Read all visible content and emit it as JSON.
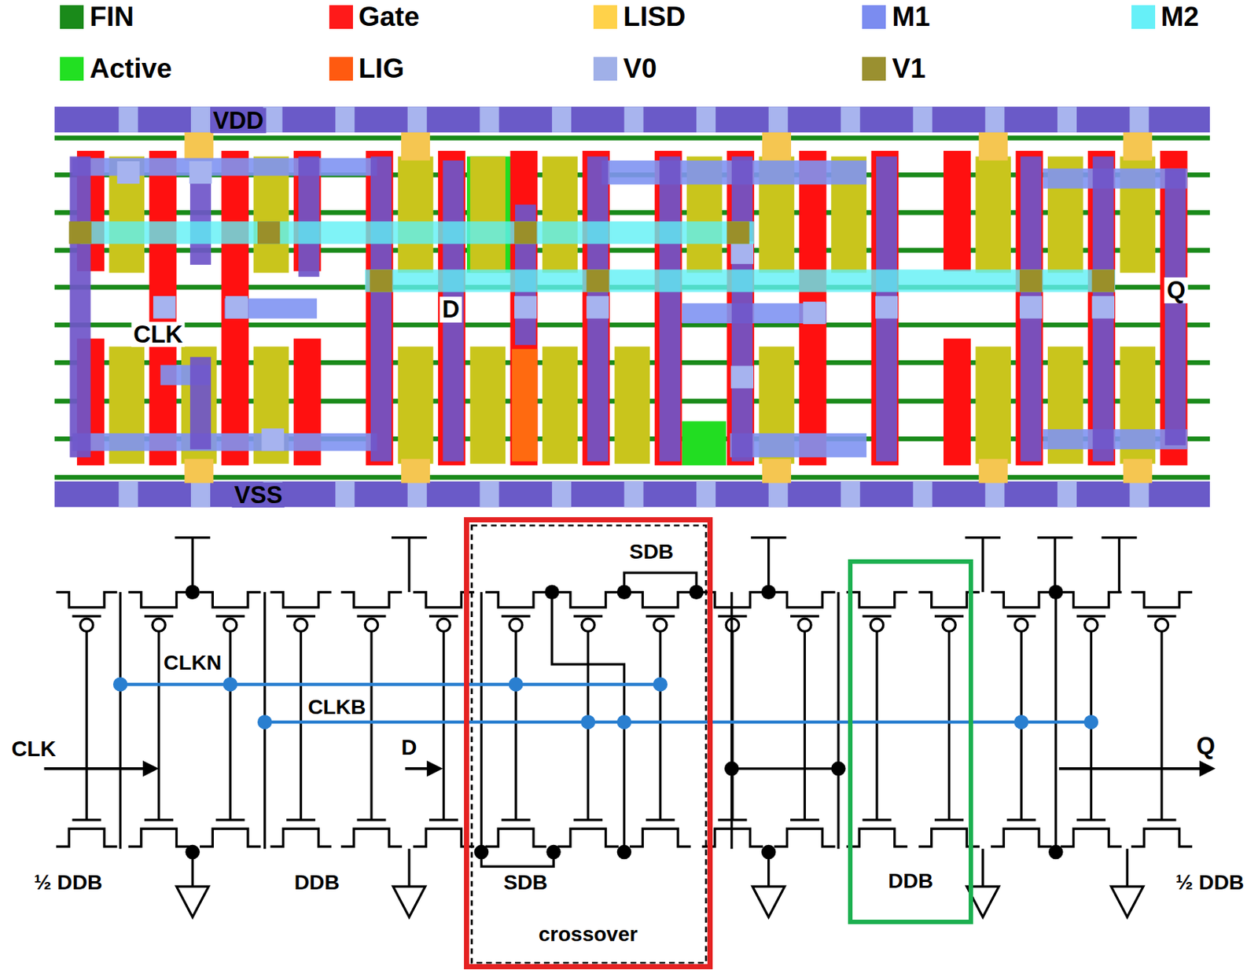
{
  "diagram": {
    "nodes": [
      {
        "text": [
          "crossover"
        ]
      },
      {
        "text": [
          "DDB"
        ]
      }
    ],
    "labels": [
      "VDD",
      "VSS",
      "CLK",
      "D",
      "Q",
      "SDB",
      "CLKN",
      "CLKB",
      "CLK",
      "D",
      "Q",
      "SDB",
      "½ DDB",
      "DDB",
      "½ DDB"
    ],
    "legend": [
      {
        "text": "FIN",
        "color": "#1a8a1a"
      },
      {
        "text": "Gate",
        "color": "#ff1a1a"
      },
      {
        "text": "LISD",
        "color": "#ffd24a"
      },
      {
        "text": "M1",
        "color": "#7b8cf0"
      },
      {
        "text": "M2",
        "color": "#66f0f8"
      },
      {
        "text": "Active",
        "color": "#22e022"
      },
      {
        "text": "LIG",
        "color": "#ff5a10"
      },
      {
        "text": "V0",
        "color": "#a0b0e8"
      },
      {
        "text": "V1",
        "color": "#9a9030"
      }
    ]
  }
}
